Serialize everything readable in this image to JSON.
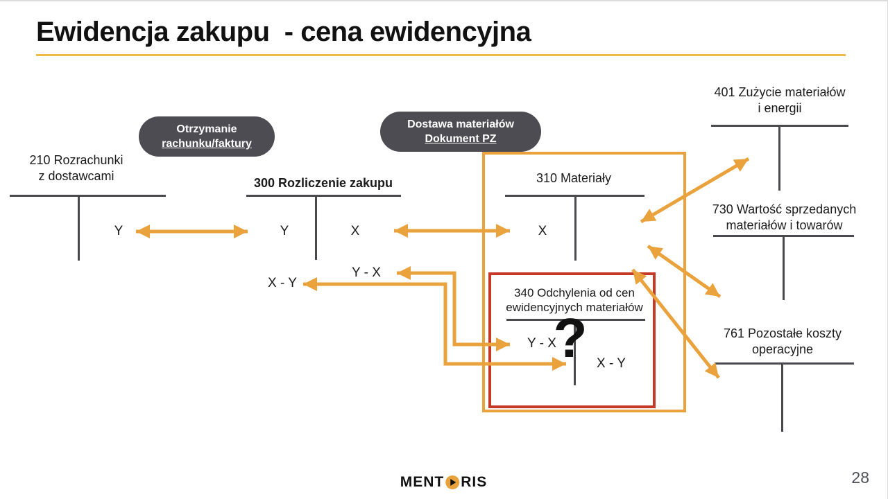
{
  "slide": {
    "title": "Ewidencja zakupu  - cena ewidencyjna",
    "page_number": "28"
  },
  "logo": {
    "left": "MENT",
    "right": "RIS",
    "icon": "play-triangle-in-orange-circle"
  },
  "colors": {
    "accent_orange": "#E9A23C",
    "title_underline": "#EDBC45",
    "badge_background": "#4C4C52",
    "highlight_red": "#C53A27",
    "t_account_line": "#4A4A4E",
    "text": "#1B1B1B",
    "page_number": "#50525A"
  },
  "badges": [
    {
      "line1": "Otrzymanie",
      "line2": "rachunku/faktury"
    },
    {
      "line1": "Dostawa materiałów",
      "line2": "Dokument PZ"
    }
  ],
  "accounts": {
    "a210": {
      "name": "210 Rozrachunki\nz dostawcami"
    },
    "a300": {
      "name": "300 Rozliczenie zakupu"
    },
    "a310": {
      "name": "310 Materiały"
    },
    "a340": {
      "name": "340 Odchylenia od cen\newidencyjnych materiałów"
    },
    "a401": {
      "name": "401 Zużycie materiałów\ni energii"
    },
    "a730": {
      "name": "730 Wartość sprzedanych\nmateriałów i towarów"
    },
    "a761": {
      "name": "761 Pozostałe koszty\noperacyjne"
    }
  },
  "labels": {
    "y_210": "Y",
    "y_300": "Y",
    "x_300": "X",
    "x_310": "X",
    "yx_300": "Y - X",
    "xy_300": "X - Y",
    "yx_340": "Y - X",
    "xy_340": "X - Y",
    "question_mark": "?"
  }
}
